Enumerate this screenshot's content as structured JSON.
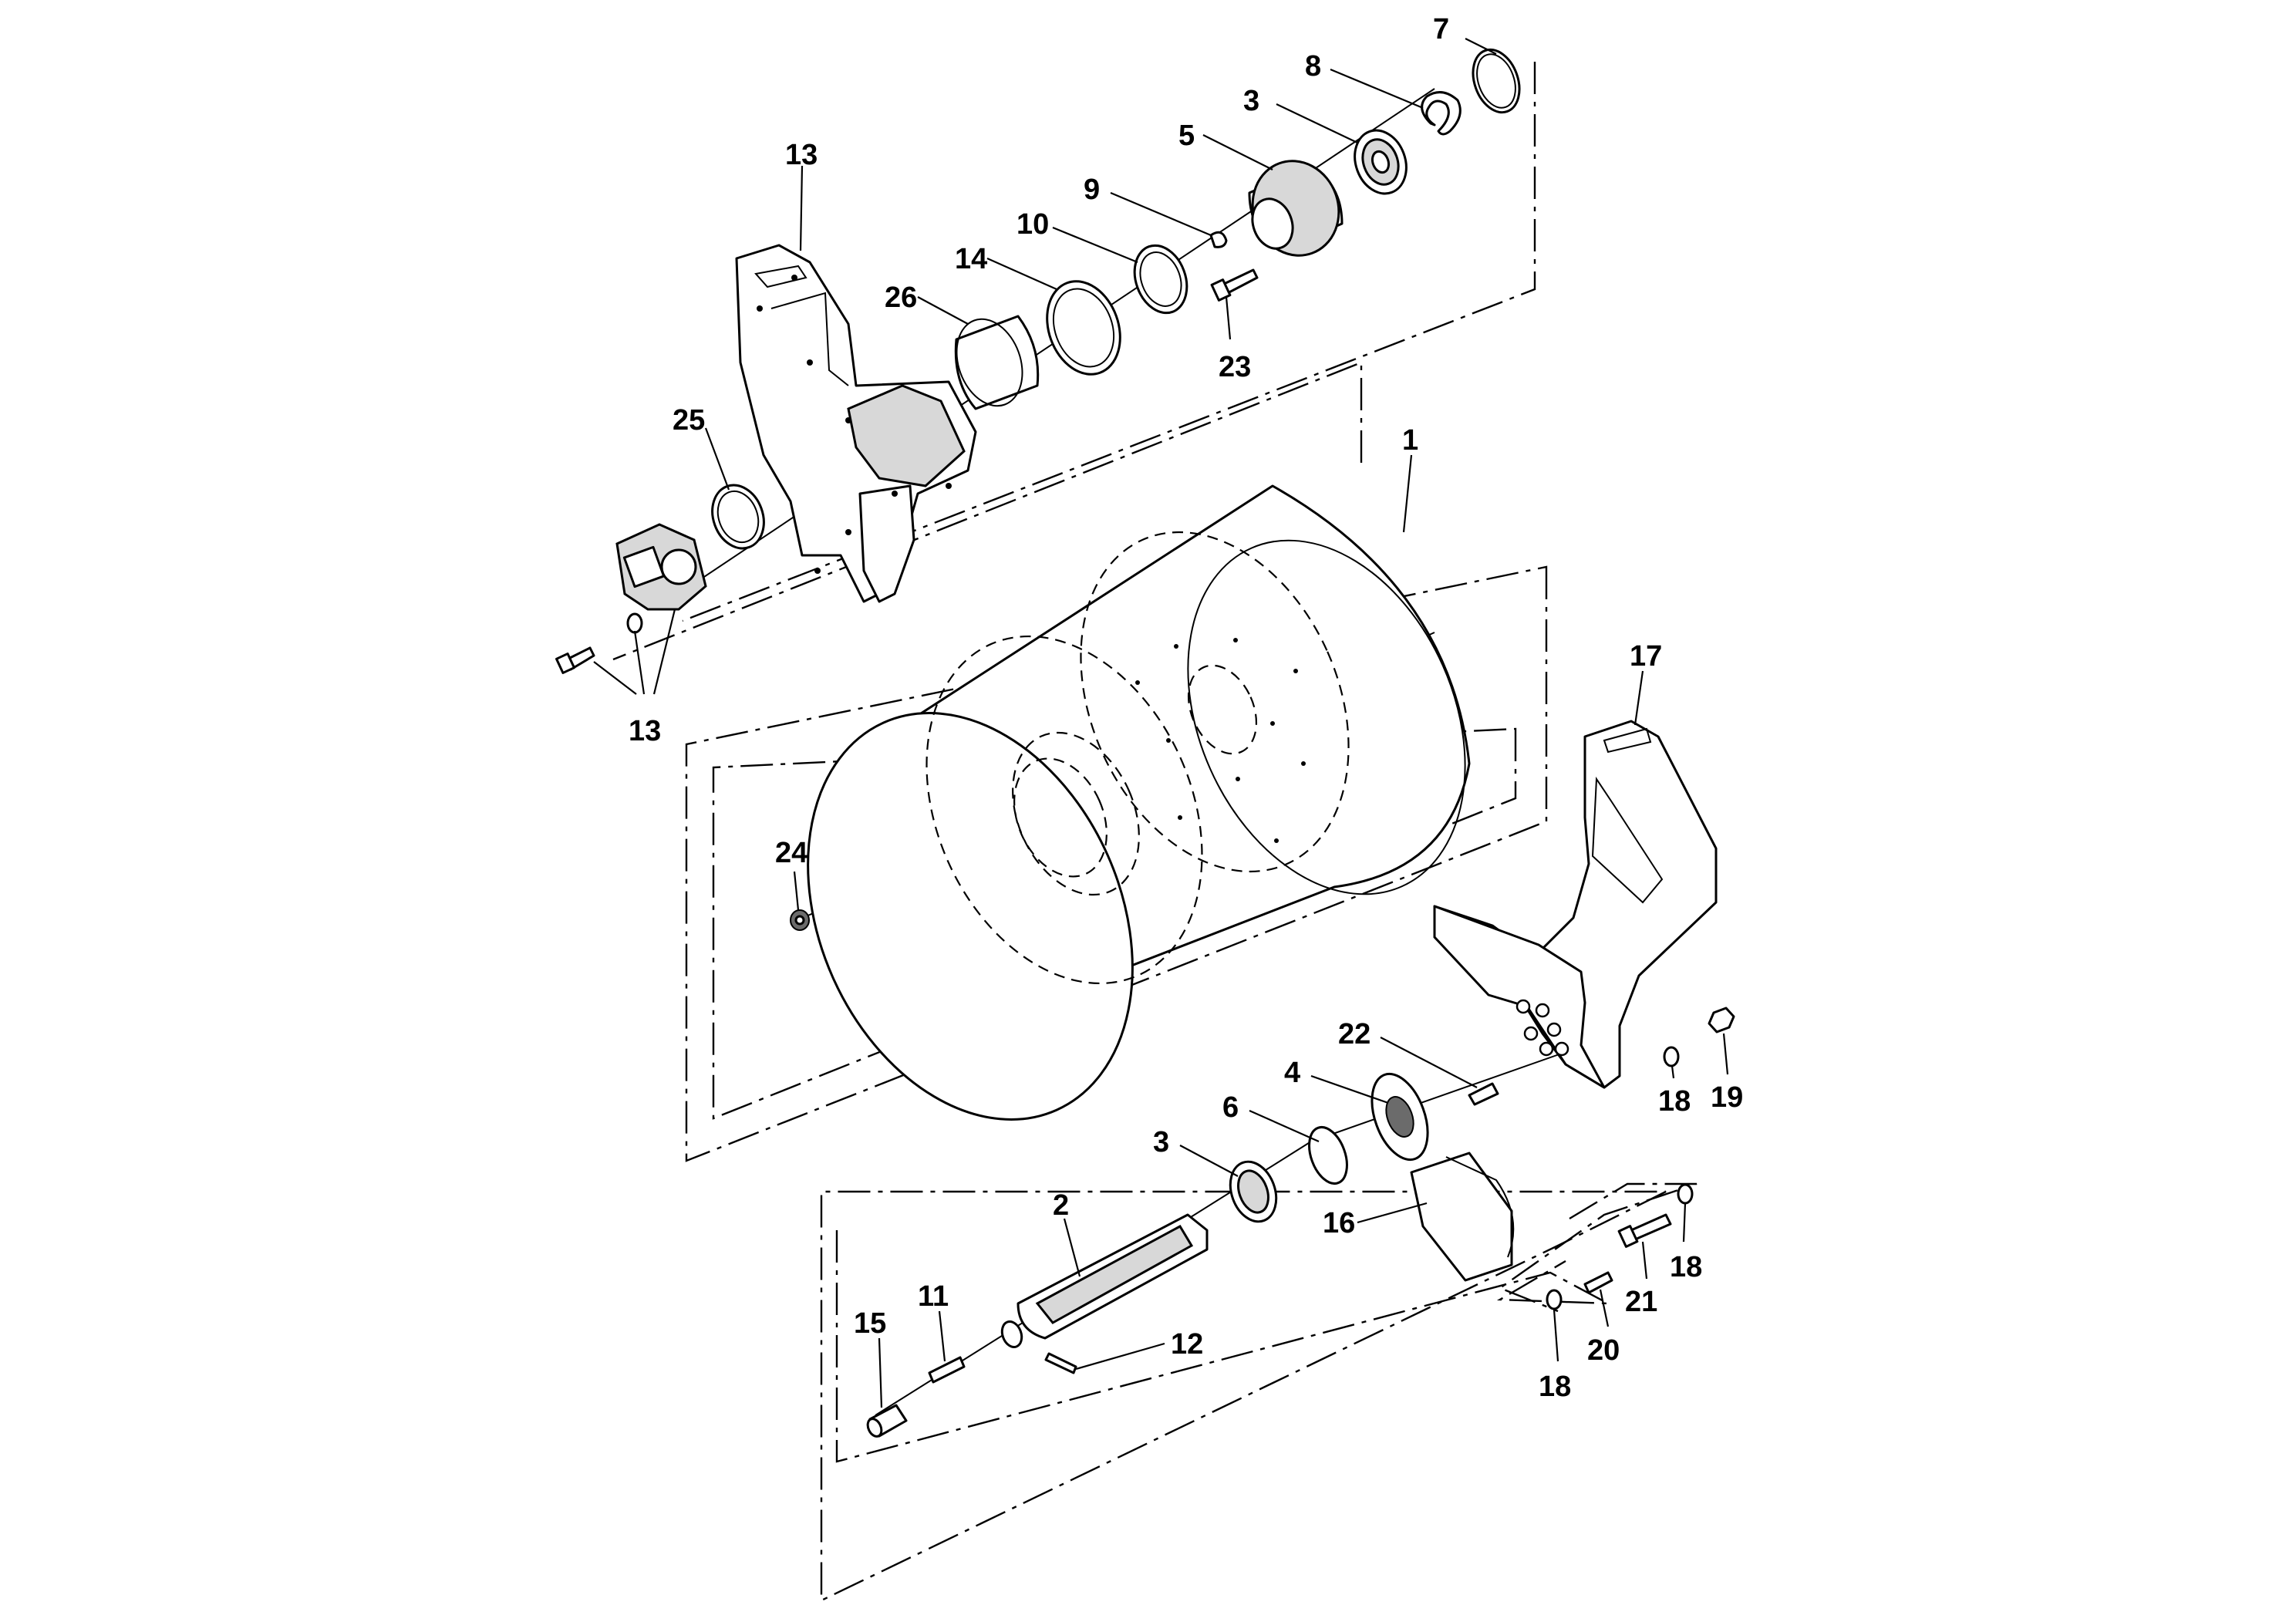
{
  "diagram": {
    "type": "exploded-parts-diagram",
    "callouts": [
      {
        "id": "c1",
        "label": "1",
        "part": "drum-shell"
      },
      {
        "id": "c2",
        "label": "2",
        "part": "vibrator-shaft"
      },
      {
        "id": "c3a",
        "label": "3",
        "part": "bearing-upper"
      },
      {
        "id": "c3b",
        "label": "3",
        "part": "bearing-lower"
      },
      {
        "id": "c4",
        "label": "4",
        "part": "bearing-housing-flange"
      },
      {
        "id": "c5",
        "label": "5",
        "part": "bearing-housing"
      },
      {
        "id": "c6",
        "label": "6",
        "part": "o-ring"
      },
      {
        "id": "c7",
        "label": "7",
        "part": "ring"
      },
      {
        "id": "c8",
        "label": "8",
        "part": "snap-ring"
      },
      {
        "id": "c9",
        "label": "9",
        "part": "circlip"
      },
      {
        "id": "c10",
        "label": "10",
        "part": "ring"
      },
      {
        "id": "c11",
        "label": "11",
        "part": "pin"
      },
      {
        "id": "c12",
        "label": "12",
        "part": "key"
      },
      {
        "id": "c13a",
        "label": "13",
        "part": "left-bracket"
      },
      {
        "id": "c13b",
        "label": "13",
        "part": "hardware"
      },
      {
        "id": "c14",
        "label": "14",
        "part": "seal-ring"
      },
      {
        "id": "c15",
        "label": "15",
        "part": "coupling-sleeve"
      },
      {
        "id": "c16",
        "label": "16",
        "part": "mount-plate"
      },
      {
        "id": "c17",
        "label": "17",
        "part": "right-bracket"
      },
      {
        "id": "c18a",
        "label": "18",
        "part": "washer"
      },
      {
        "id": "c18b",
        "label": "18",
        "part": "washer"
      },
      {
        "id": "c18c",
        "label": "18",
        "part": "washer"
      },
      {
        "id": "c19",
        "label": "19",
        "part": "nut"
      },
      {
        "id": "c20",
        "label": "20",
        "part": "bolt"
      },
      {
        "id": "c21",
        "label": "21",
        "part": "bolt"
      },
      {
        "id": "c22",
        "label": "22",
        "part": "screw"
      },
      {
        "id": "c23",
        "label": "23",
        "part": "screw"
      },
      {
        "id": "c24",
        "label": "24",
        "part": "nut"
      },
      {
        "id": "c25",
        "label": "25",
        "part": "o-ring"
      },
      {
        "id": "c26",
        "label": "26",
        "part": "sleeve"
      }
    ]
  },
  "colors": {
    "line": "#000000",
    "background": "#ffffff",
    "fill_light": "#d8d8d8",
    "fill_dark": "#6b6b6b"
  }
}
